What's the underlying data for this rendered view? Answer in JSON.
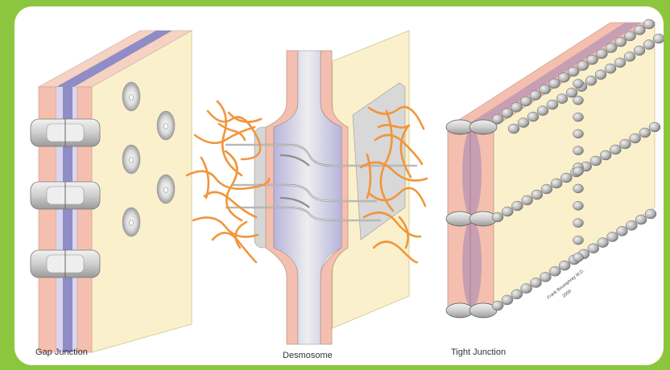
{
  "captions": {
    "gap": "Gap Junction",
    "desmosome": "Desmosome",
    "tight": "Tight Junction"
  },
  "credit": {
    "author": "Frank Boumphrey M.D.",
    "year": "2009"
  },
  "colors": {
    "border": "#8cc63f",
    "membrane": "#f4bfae",
    "cytoplasm": "#faf1cc",
    "gap_channel": "#8f8cc6",
    "intercellular": "#c6c3e4",
    "filaments": "#f0963c",
    "beads": "#b9b9b9"
  }
}
